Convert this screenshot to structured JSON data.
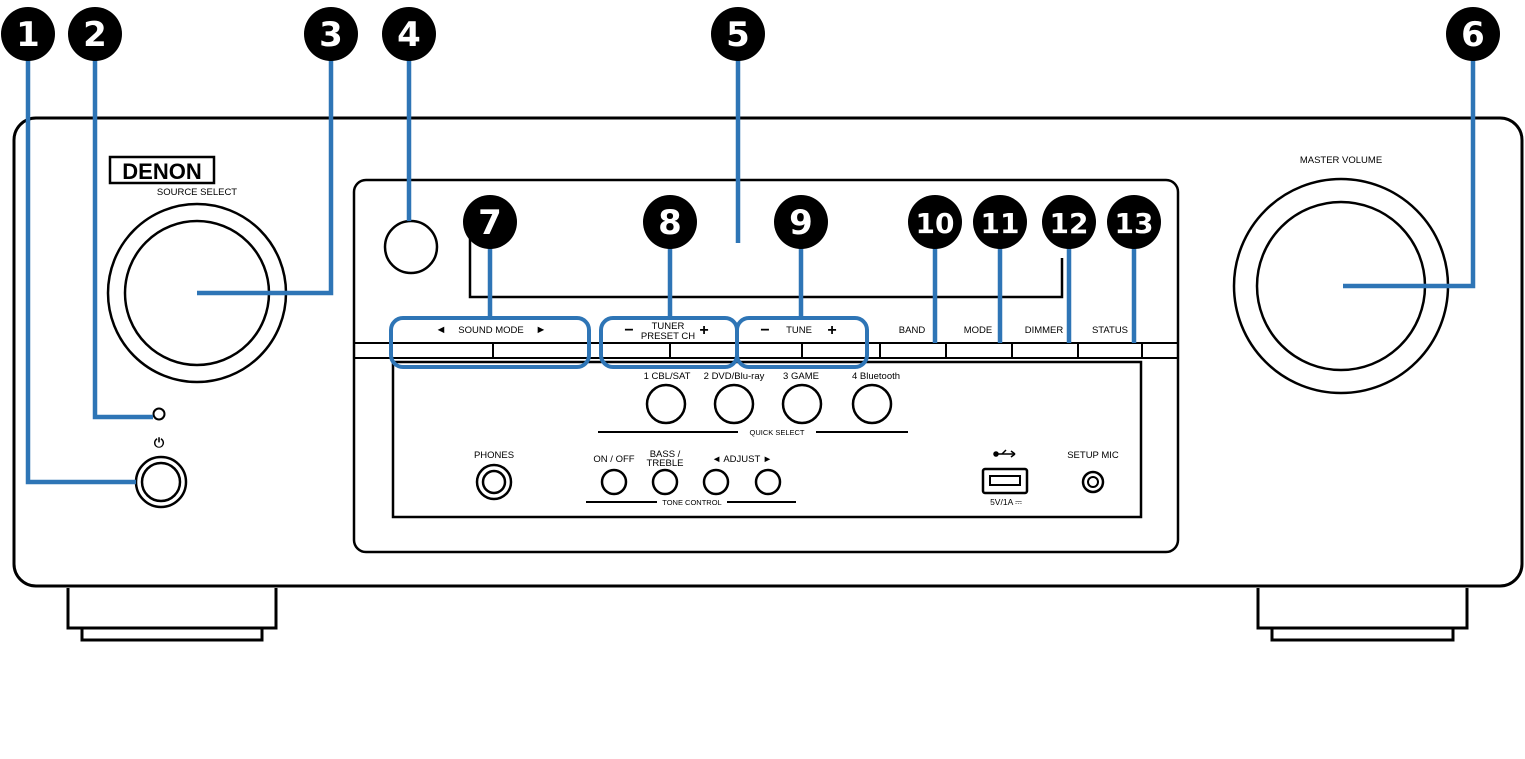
{
  "brand": "DENON",
  "labels": {
    "source_select": "SOURCE SELECT",
    "master_volume": "MASTER VOLUME",
    "sound_mode": "SOUND MODE",
    "tuner": "TUNER",
    "preset_ch": "PRESET CH",
    "tune": "TUNE",
    "band": "BAND",
    "mode": "MODE",
    "dimmer": "DIMMER",
    "status": "STATUS",
    "minus": "−",
    "plus": "+",
    "left_arrow": "◄",
    "right_arrow": "►",
    "quick1": "1 CBL/SAT",
    "quick2": "2 DVD/Blu-ray",
    "quick3": "3  GAME",
    "quick4": "4 Bluetooth",
    "quick_select": "QUICK SELECT",
    "phones": "PHONES",
    "on_off": "ON / OFF",
    "bass": "BASS /",
    "treble": "TREBLE",
    "adjust": "◄ ADJUST ►",
    "tone_control": "TONE CONTROL",
    "usb_rating": "5V/1A ⎓",
    "setup_mic": "SETUP MIC",
    "power_symbol": "⏻"
  },
  "callouts": [
    "1",
    "2",
    "3",
    "4",
    "5",
    "6",
    "7",
    "8",
    "9",
    "10",
    "11",
    "12",
    "13"
  ],
  "colors": {
    "callout_fill": "#000000",
    "leader_line": "#2e75b6",
    "outline": "#000000"
  }
}
